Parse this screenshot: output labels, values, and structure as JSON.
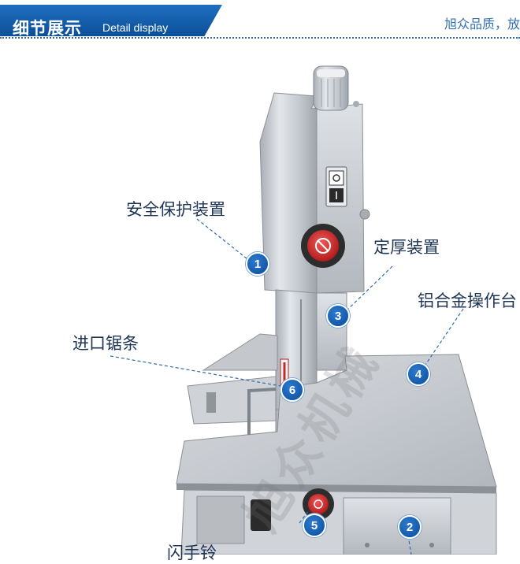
{
  "header": {
    "title_cn": "细节展示",
    "title_en": "Detail display",
    "slogan": "旭众品质，放"
  },
  "callouts": [
    {
      "label": "安全保护装置",
      "number": "1"
    },
    {
      "label": "定厚装置",
      "number": "3"
    },
    {
      "label": "铝合金操作台",
      "number": "4"
    },
    {
      "label": "进口锯条",
      "number": "6"
    },
    {
      "label": "闪手铃",
      "number": "5"
    },
    {
      "label": "",
      "number": "2"
    }
  ],
  "watermark": "旭众机械",
  "colors": {
    "banner": "#0c4f98",
    "badge": "#0b4c98",
    "accent_text": "#3570b4",
    "stainless": "#c9cdd2"
  },
  "icons": [
    "power-switch-icon",
    "no-hand-warning-icon",
    "adjustment-knob-icon"
  ]
}
